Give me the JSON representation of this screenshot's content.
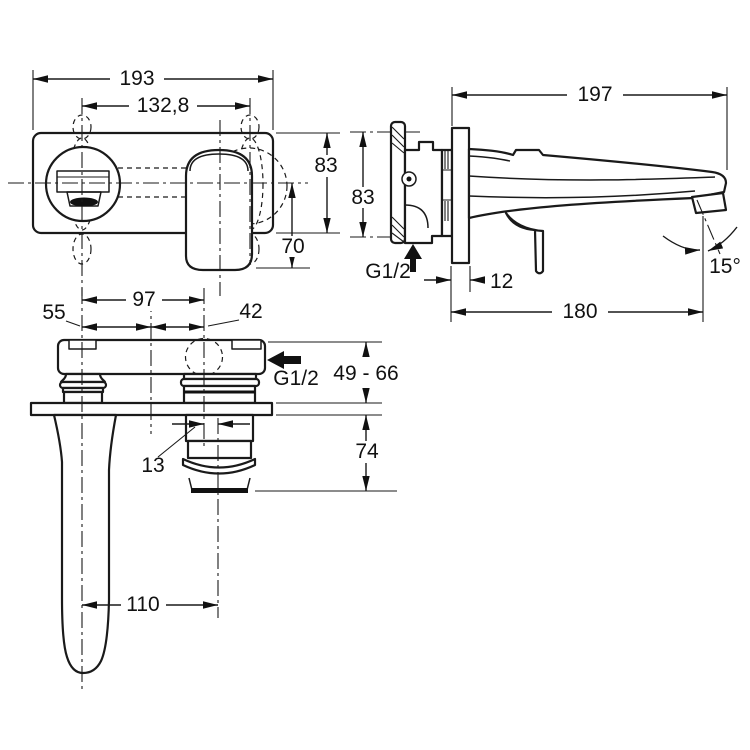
{
  "colors": {
    "line": "#1a1a1a",
    "background": "#ffffff",
    "dark_fill": "#111111"
  },
  "views": {
    "front": {
      "dims": {
        "total_width": "193",
        "mount_spacing": "132,8",
        "height": "83",
        "handle_drop": "70"
      }
    },
    "side": {
      "dims": {
        "total_depth": "197",
        "body_height": "83",
        "inlet_thread": "G1/2",
        "plate_thickness": "12",
        "spout_reach": "180",
        "spout_angle": "15°"
      }
    },
    "top": {
      "dims": {
        "spout_to_plate_axis": "55",
        "spout_to_valve_axis": "97",
        "plate_axis_to_valve": "42",
        "outlet_thread": "G1/2",
        "wall_depth_range": "49 - 66",
        "valve_handle_offset": "13",
        "handle_reach": "74",
        "spout_to_handle_axis": "110"
      }
    }
  }
}
